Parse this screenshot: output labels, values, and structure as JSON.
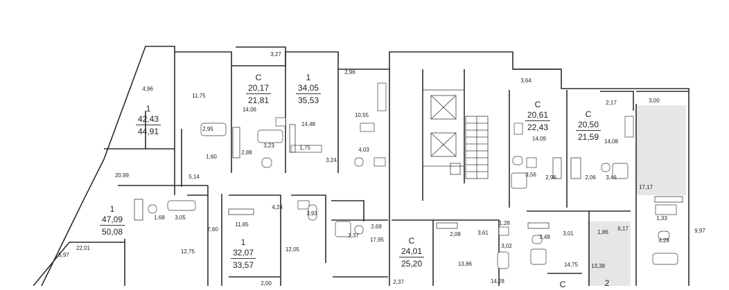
{
  "apartments": [
    {
      "id": "apt-a",
      "type": "1",
      "area_living": "42,43",
      "area_total": "44,91"
    },
    {
      "id": "apt-b",
      "type": "С",
      "area_living": "20,17",
      "area_total": "21,81"
    },
    {
      "id": "apt-c",
      "type": "1",
      "area_living": "34,05",
      "area_total": "35,53"
    },
    {
      "id": "apt-d",
      "type": "С",
      "area_living": "20,61",
      "area_total": "22,43"
    },
    {
      "id": "apt-e",
      "type": "С",
      "area_living": "20,50",
      "area_total": "21,59"
    },
    {
      "id": "apt-f",
      "type": "1",
      "area_living": "47,09",
      "area_total": "50,08"
    },
    {
      "id": "apt-g",
      "type": "1",
      "area_living": "32,07",
      "area_total": "33,57"
    },
    {
      "id": "apt-h",
      "type": "С",
      "area_living": "24,01",
      "area_total": "25,20"
    },
    {
      "id": "apt-i",
      "type": "2"
    },
    {
      "id": "apt-j",
      "type": "С"
    }
  ],
  "room_areas": [
    "3,27",
    "2,96",
    "3,64",
    "4,96",
    "11,75",
    "14,06",
    "14,48",
    "10,55",
    "2,17",
    "3,00",
    "2,95",
    "1,60",
    "2,88",
    "3,23",
    "1,75",
    "3,24",
    "4,03",
    "14,09",
    "3,56",
    "2,96",
    "14,08",
    "2,06",
    "3,46",
    "20,99",
    "5,14",
    "17,17",
    "4,24",
    "3,93",
    "2,69",
    "11,85",
    "1,68",
    "3,05",
    "7,60",
    "12,75",
    "22,01",
    "12,05",
    "3,37",
    "17,95",
    "2,08",
    "3,61",
    "1,28",
    "3,02",
    "3,48",
    "3,01",
    "1,86",
    "6,17",
    "1,33",
    "4,28",
    "13,86",
    "14,75",
    "13,38",
    "14,28",
    "5,97",
    "2,37",
    "2,00",
    "9,97"
  ]
}
